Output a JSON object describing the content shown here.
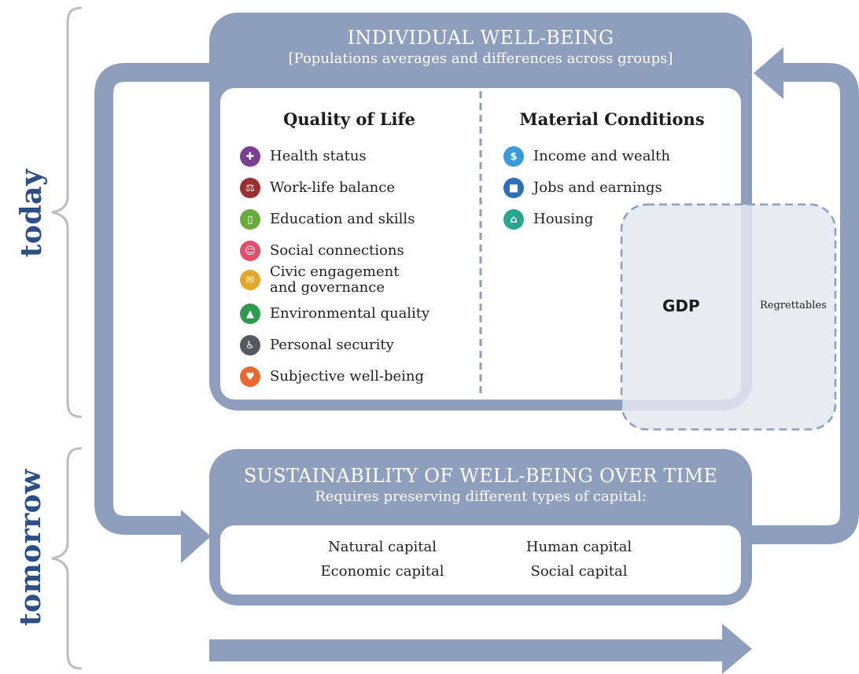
{
  "side_labels": {
    "today": "today",
    "tomorrow": "tomorrow"
  },
  "individual": {
    "title": "INDIVIDUAL WELL-BEING",
    "subtitle": "[Populations averages and differences across groups]",
    "quality_of_life": {
      "heading": "Quality of Life",
      "items": [
        {
          "label": "Health status",
          "icon": "health-cross-icon",
          "color": "#7b3f91"
        },
        {
          "label": "Work-life balance",
          "icon": "scales-icon",
          "color": "#9a2f2f"
        },
        {
          "label": "Education and skills",
          "icon": "book-icon",
          "color": "#6aab3d"
        },
        {
          "label": "Social connections",
          "icon": "people-icon",
          "color": "#e0506a"
        },
        {
          "label": "Civic engagement\nand governance",
          "icon": "ballot-icon",
          "color": "#e2a72b"
        },
        {
          "label": "Environmental quality",
          "icon": "tree-icon",
          "color": "#2e9a4e"
        },
        {
          "label": "Personal security",
          "icon": "running-person-icon",
          "color": "#555a60"
        },
        {
          "label": "Subjective well-being",
          "icon": "heart-icon",
          "color": "#e86a2e"
        }
      ]
    },
    "material_conditions": {
      "heading": "Material Conditions",
      "items": [
        {
          "label": "Income and wealth",
          "icon": "money-icon",
          "color": "#3a9ad9"
        },
        {
          "label": "Jobs and earnings",
          "icon": "briefcase-icon",
          "color": "#2f6fb5"
        },
        {
          "label": "Housing",
          "icon": "house-icon",
          "color": "#2aa58f"
        }
      ]
    },
    "gdp_label": "GDP",
    "regrettables_label": "Regrettables"
  },
  "sustainability": {
    "title": "SUSTAINABILITY OF WELL-BEING OVER TIME",
    "subtitle": "Requires preserving different types of capital:",
    "capitals": [
      "Natural capital",
      "Human capital",
      "Economic capital",
      "Social capital"
    ]
  },
  "colors": {
    "frame": "#8e9fbe",
    "label_blue": "#2e4f86",
    "gdp_fill": "#e3e7f0",
    "gdp_border": "#8e9fbe"
  }
}
